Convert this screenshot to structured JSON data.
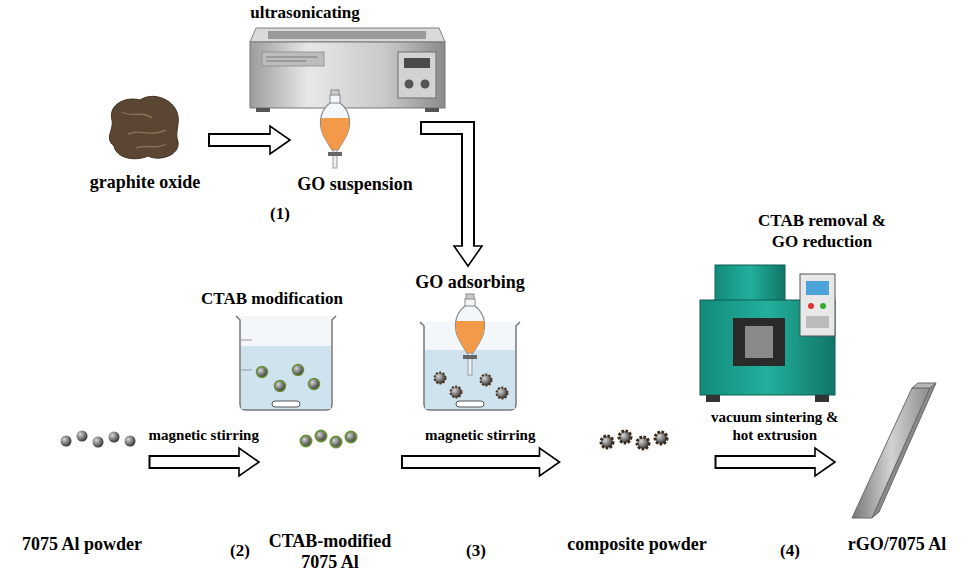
{
  "diagram": {
    "nodes": [
      {
        "text": [
          "graphite oxide"
        ]
      },
      {
        "text": [
          "GO suspension"
        ]
      },
      {
        "text": [
          "GO adsorbing"
        ]
      },
      {
        "text": [
          "7075 Al powder"
        ]
      },
      {
        "text": [
          "CTAB-modified 7075 Al"
        ]
      },
      {
        "text": [
          "composite powder"
        ]
      },
      {
        "text": [
          "rGO/7075 Al"
        ]
      }
    ],
    "edges": [
      {
        "from": 0,
        "to": 1,
        "arrow": "to"
      },
      {
        "from": 1,
        "to": 2,
        "arrow": "to"
      },
      {
        "from": 3,
        "to": 4,
        "label": "magnetic stirring",
        "arrow": "to"
      },
      {
        "from": 4,
        "to": 5,
        "label": "magnetic stirring",
        "arrow": "to"
      },
      {
        "from": 5,
        "to": 6,
        "label": "vacuum sintering & hot extrusion",
        "arrow": "to"
      }
    ],
    "labels": [
      "ultrasonicating",
      "(1)",
      "CTAB modification",
      "(2)",
      "(3)",
      "CTAB removal & GO reduction",
      "(4)"
    ]
  }
}
